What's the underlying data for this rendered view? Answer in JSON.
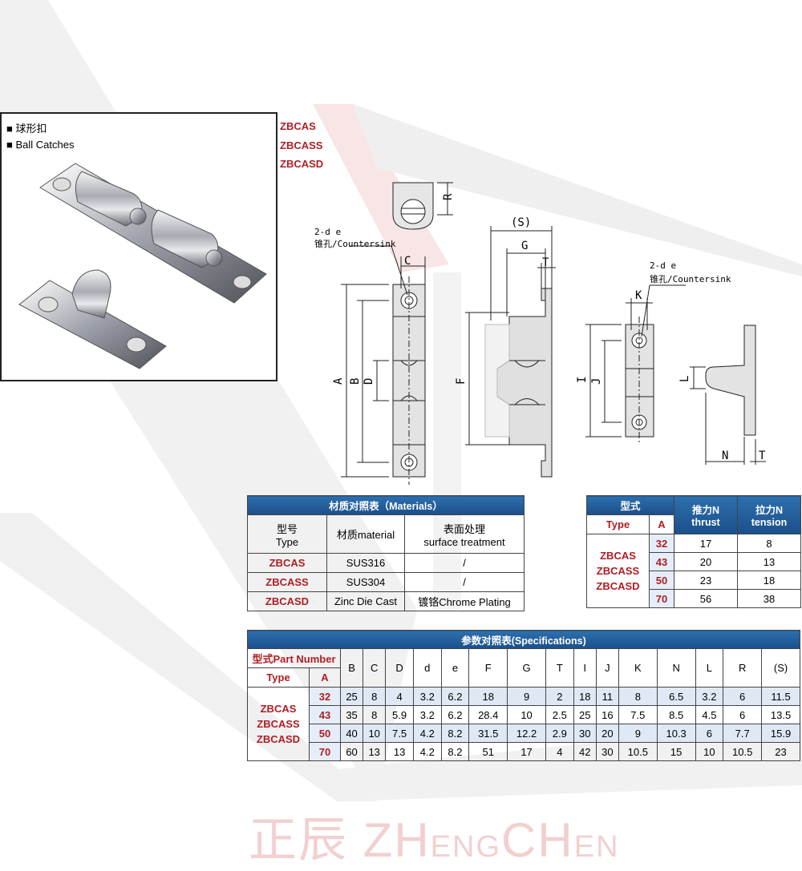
{
  "photo": {
    "label_cn": "球形扣",
    "label_en": "Ball Catches"
  },
  "models": [
    "ZBCAS",
    "ZBCASS",
    "ZBCASD"
  ],
  "drawing_labels": {
    "R": "R",
    "S": "(S)",
    "G": "G",
    "T": "T",
    "C": "C",
    "K": "K",
    "A": "A",
    "B": "B",
    "D": "D",
    "F": "F",
    "I": "I",
    "J": "J",
    "L": "L",
    "N": "N",
    "T2": "T",
    "hole1_line1": "2-d e",
    "hole1_line2": "锥孔/Countersink",
    "hole2_line1": "2-d e",
    "hole2_line2": "锥孔/Countersink"
  },
  "materials": {
    "title": "材质对照表（Materials）",
    "col1_cn": "型号",
    "col1_en": "Type",
    "col2": "材质material",
    "col3_cn": "表面处理",
    "col3_en": "surface treatment",
    "rows": [
      {
        "type": "ZBCAS",
        "material": "SUS316",
        "treatment": "/"
      },
      {
        "type": "ZBCASS",
        "material": "SUS304",
        "treatment": "/"
      },
      {
        "type": "ZBCASD",
        "material": "Zinc Die Cast",
        "treatment": "镀铬Chrome Plating"
      }
    ]
  },
  "force": {
    "h_type_cn": "型式",
    "h_type": "Type",
    "h_a": "A",
    "h_thrust_cn": "推力N",
    "h_thrust": "thrust",
    "h_tension_cn": "拉力N",
    "h_tension": "tension",
    "type_names": [
      "ZBCAS",
      "ZBCASS",
      "ZBCASD"
    ],
    "rows": [
      {
        "a": "32",
        "thrust": "17",
        "tension": "8"
      },
      {
        "a": "43",
        "thrust": "20",
        "tension": "13"
      },
      {
        "a": "50",
        "thrust": "23",
        "tension": "18"
      },
      {
        "a": "70",
        "thrust": "56",
        "tension": "38"
      }
    ]
  },
  "specs": {
    "title": "参数对照表(Specifications)",
    "h_part": "型式Part Number",
    "h_type": "Type",
    "h_a": "A",
    "columns": [
      "B",
      "C",
      "D",
      "d",
      "e",
      "F",
      "G",
      "T",
      "I",
      "J",
      "K",
      "N",
      "L",
      "R",
      "(S)"
    ],
    "type_names": [
      "ZBCAS",
      "ZBCASS",
      "ZBCASD"
    ],
    "rows": [
      {
        "a": "32",
        "values": [
          "25",
          "8",
          "4",
          "3.2",
          "6.2",
          "18",
          "9",
          "2",
          "18",
          "11",
          "8",
          "6.5",
          "3.2",
          "6",
          "11.5"
        ]
      },
      {
        "a": "43",
        "values": [
          "35",
          "8",
          "5.9",
          "3.2",
          "6.2",
          "28.4",
          "10",
          "2.5",
          "25",
          "16",
          "7.5",
          "8.5",
          "4.5",
          "6",
          "13.5"
        ]
      },
      {
        "a": "50",
        "values": [
          "40",
          "10",
          "7.5",
          "4.2",
          "8.2",
          "31.5",
          "12.2",
          "2.9",
          "30",
          "20",
          "9",
          "10.3",
          "6",
          "7.7",
          "15.9"
        ]
      },
      {
        "a": "70",
        "values": [
          "60",
          "13",
          "13",
          "4.2",
          "8.2",
          "51",
          "17",
          "4",
          "42",
          "30",
          "10.5",
          "15",
          "10",
          "10.5",
          "23"
        ]
      }
    ]
  },
  "watermark": {
    "cn": "正辰",
    "en_big1": "Z",
    "en_big2": "H",
    "en_small1": "ENG",
    "en_big3": "C",
    "en_big4": "H",
    "en_small2": "EN"
  }
}
